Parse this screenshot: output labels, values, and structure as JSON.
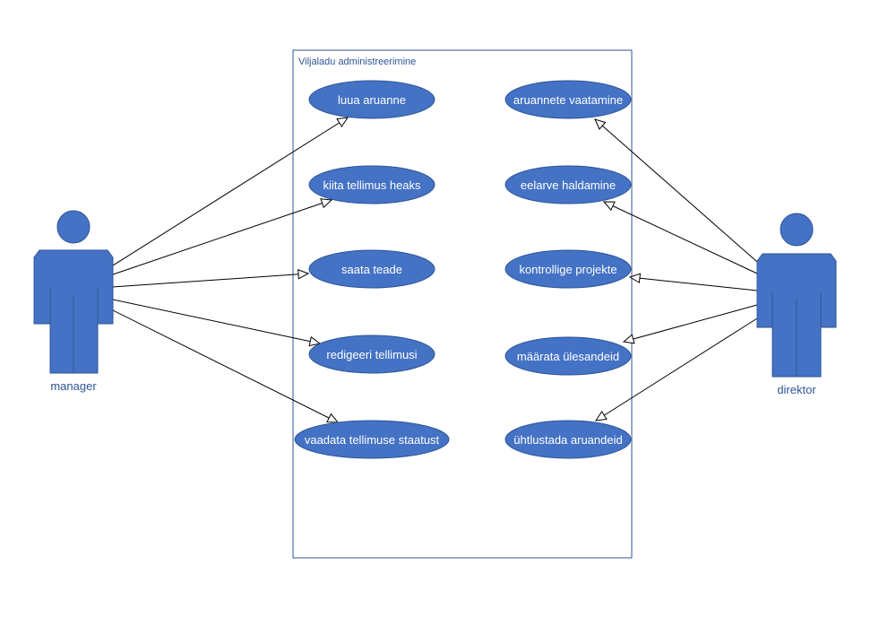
{
  "system": {
    "title": "Viljaladu administreerimine"
  },
  "actors": [
    {
      "id": "manager",
      "label": "manager"
    },
    {
      "id": "direktor",
      "label": "direktor"
    }
  ],
  "use_cases": [
    {
      "id": "luua-aruanne",
      "label": "luua aruanne"
    },
    {
      "id": "kiita-tellimus-heaks",
      "label": "kiita tellimus heaks"
    },
    {
      "id": "saata-teade",
      "label": "saata teade"
    },
    {
      "id": "redigeeri-tellimusi",
      "label": "redigeeri tellimusi"
    },
    {
      "id": "vaadata-tellimuse-staatust",
      "label": "vaadata tellimuse staatust"
    },
    {
      "id": "aruannete-vaatamine",
      "label": "aruannete vaatamine"
    },
    {
      "id": "eelarve-haldamine",
      "label": "eelarve haldamine"
    },
    {
      "id": "kontrollige-projekte",
      "label": "kontrollige projekte"
    },
    {
      "id": "maarata-ulesandeid",
      "label": "määrata ülesandeid"
    },
    {
      "id": "uhtlustada-aruandeid",
      "label": "ühtlustada aruandeid"
    }
  ],
  "associations": [
    {
      "from": "manager",
      "to": "luua-aruanne"
    },
    {
      "from": "manager",
      "to": "kiita-tellimus-heaks"
    },
    {
      "from": "manager",
      "to": "saata-teade"
    },
    {
      "from": "manager",
      "to": "redigeeri-tellimusi"
    },
    {
      "from": "manager",
      "to": "vaadata-tellimuse-staatust"
    },
    {
      "from": "direktor",
      "to": "aruannete-vaatamine"
    },
    {
      "from": "direktor",
      "to": "eelarve-haldamine"
    },
    {
      "from": "direktor",
      "to": "kontrollige-projekte"
    },
    {
      "from": "direktor",
      "to": "maarata-ulesandeid"
    },
    {
      "from": "direktor",
      "to": "uhtlustada-aruandeid"
    }
  ],
  "colors": {
    "fill": "#4472c4",
    "stroke": "#2f5597",
    "edge": "#000000",
    "text_on_fill": "#ffffff"
  }
}
